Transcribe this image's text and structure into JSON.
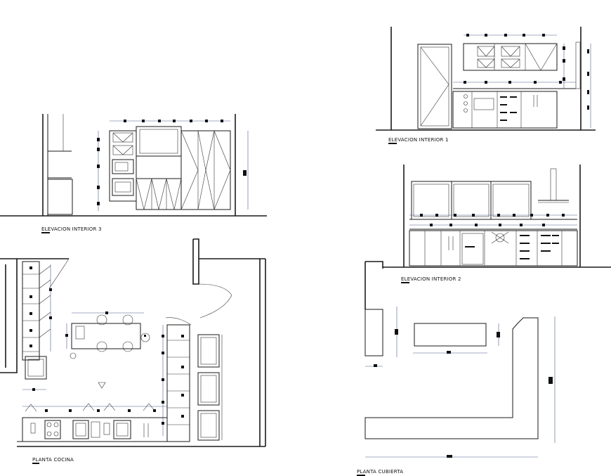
{
  "labels": {
    "elev1": "ELEVACION INTERIOR 1",
    "elev2": "ELEVACION INTERIOR 2",
    "elev3": "ELEVACION INTERIOR 3",
    "plan_kitchen": "PLANTA COCINA",
    "plan_roof": "PLANTA CUBIERTA"
  }
}
